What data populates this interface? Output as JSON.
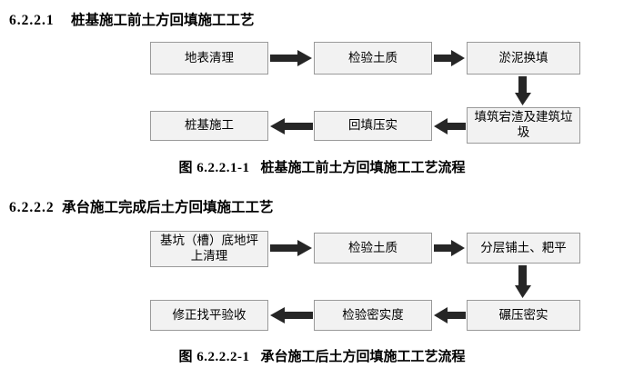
{
  "sections": [
    {
      "heading_number": "6.2.2.1",
      "heading_text": "桩基施工前土方回填施工工艺",
      "caption_number": "图 6.2.2.1-1",
      "caption_text": "桩基施工前土方回填施工工艺流程",
      "nodes": [
        {
          "label": "地表清理"
        },
        {
          "label": "检验土质"
        },
        {
          "label": "淤泥换填"
        },
        {
          "label": "填筑宕渣及建筑垃圾"
        },
        {
          "label": "回填压实"
        },
        {
          "label": "桩基施工"
        }
      ]
    },
    {
      "heading_number": "6.2.2.2",
      "heading_text": "承台施工完成后土方回填施工工艺",
      "caption_number": "图 6.2.2.2-1",
      "caption_text": "承台施工后土方回填施工工艺流程",
      "nodes": [
        {
          "label": "基坑（槽）底地坪上清理"
        },
        {
          "label": "检验土质"
        },
        {
          "label": "分层铺土、耙平"
        },
        {
          "label": "碾压密实"
        },
        {
          "label": "检验密实度"
        },
        {
          "label": "修正找平验收"
        }
      ]
    }
  ],
  "colors": {
    "node_fill": "#f2f2f2",
    "node_border": "#9a9a9a",
    "arrow_fill": "#262626",
    "text": "#000000"
  }
}
